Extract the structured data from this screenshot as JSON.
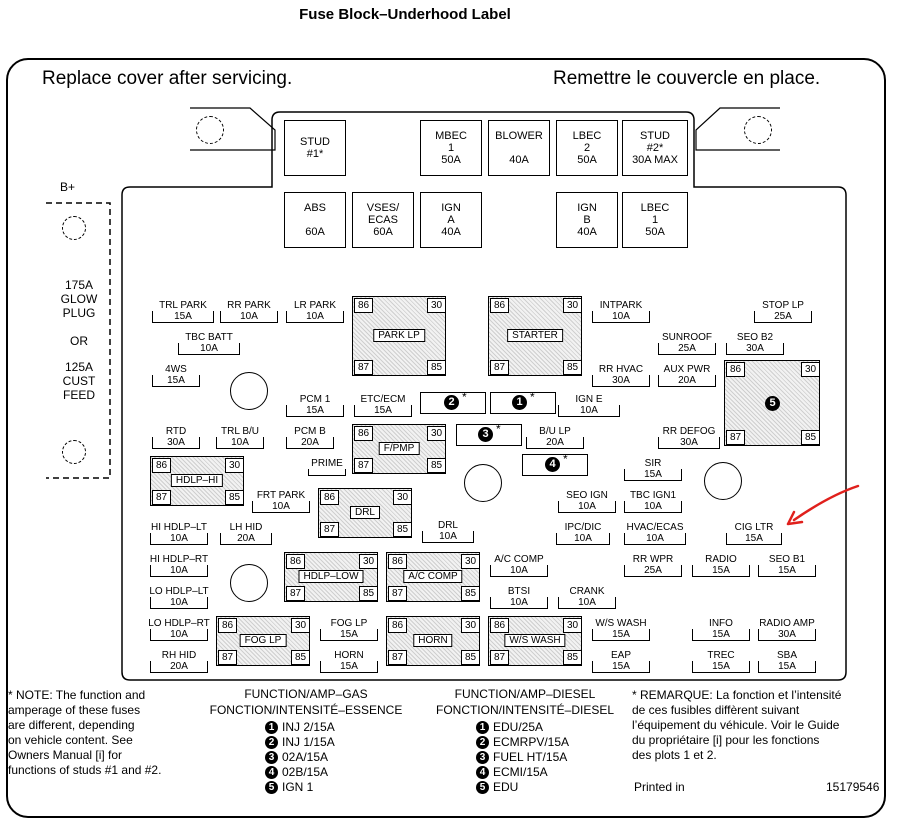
{
  "title": "Fuse Block–Underhood Label",
  "header": {
    "left": "Replace cover after servicing.",
    "right": "Remettre le couvercle en place."
  },
  "side": {
    "bplus": "B+",
    "glow": "175A\nGLOW\nPLUG",
    "or": "OR",
    "cust": "125A\nCUST\nFEED"
  },
  "top_fuses": [
    {
      "id": "stud1",
      "text": "STUD\n#1*"
    },
    {
      "id": "mbec1",
      "text": "MBEC\n1\n50A"
    },
    {
      "id": "blower",
      "text": "BLOWER\n\n40A"
    },
    {
      "id": "lbec2",
      "text": "LBEC\n2\n50A"
    },
    {
      "id": "stud2",
      "text": "STUD\n#2*\n30A MAX"
    },
    {
      "id": "abs",
      "text": "ABS\n\n60A"
    },
    {
      "id": "vses",
      "text": "VSES/\nECAS\n60A"
    },
    {
      "id": "igna",
      "text": "IGN\nA\n40A"
    },
    {
      "id": "ignb",
      "text": "IGN\nB\n40A"
    },
    {
      "id": "lbec1",
      "text": "LBEC\n1\n50A"
    }
  ],
  "mini_fuses": [
    {
      "id": "trl-park",
      "label": "TRL PARK",
      "amp": "15A"
    },
    {
      "id": "rr-park",
      "label": "RR PARK",
      "amp": "10A"
    },
    {
      "id": "lr-park",
      "label": "LR PARK",
      "amp": "10A"
    },
    {
      "id": "tbc-batt",
      "label": "TBC BATT",
      "amp": "10A"
    },
    {
      "id": "4ws",
      "label": "4WS",
      "amp": "15A"
    },
    {
      "id": "pcm1",
      "label": "PCM 1",
      "amp": "15A"
    },
    {
      "id": "etc-ecm",
      "label": "ETC/ECM",
      "amp": "15A"
    },
    {
      "id": "ign-e",
      "label": "IGN E",
      "amp": "10A"
    },
    {
      "id": "intpark",
      "label": "INTPARK",
      "amp": "10A"
    },
    {
      "id": "stop-lp",
      "label": "STOP LP",
      "amp": "25A"
    },
    {
      "id": "sunroof",
      "label": "SUNROOF",
      "amp": "25A"
    },
    {
      "id": "seo-b2",
      "label": "SEO B2",
      "amp": "30A"
    },
    {
      "id": "rr-hvac",
      "label": "RR HVAC",
      "amp": "30A"
    },
    {
      "id": "aux-pwr",
      "label": "AUX PWR",
      "amp": "20A"
    },
    {
      "id": "rtd",
      "label": "RTD",
      "amp": "30A"
    },
    {
      "id": "trl-bu",
      "label": "TRL B/U",
      "amp": "10A"
    },
    {
      "id": "pcm-b",
      "label": "PCM B",
      "amp": "20A"
    },
    {
      "id": "bu-lp",
      "label": "B/U LP",
      "amp": "20A"
    },
    {
      "id": "rr-defog",
      "label": "RR DEFOG",
      "amp": "30A"
    },
    {
      "id": "prime",
      "label": "PRIME",
      "amp": ""
    },
    {
      "id": "sir",
      "label": "SIR",
      "amp": "15A"
    },
    {
      "id": "frt-park",
      "label": "FRT PARK",
      "amp": "10A"
    },
    {
      "id": "seo-ign",
      "label": "SEO IGN",
      "amp": "10A"
    },
    {
      "id": "tbc-ign1",
      "label": "TBC IGN1",
      "amp": "10A"
    },
    {
      "id": "hi-hdlp-lt",
      "label": "HI HDLP–LT",
      "amp": "10A"
    },
    {
      "id": "lh-hid",
      "label": "LH HID",
      "amp": "20A"
    },
    {
      "id": "drl-f",
      "label": "DRL",
      "amp": "10A"
    },
    {
      "id": "ipc-dic",
      "label": "IPC/DIC",
      "amp": "10A"
    },
    {
      "id": "hvac-ecas",
      "label": "HVAC/ECAS",
      "amp": "10A"
    },
    {
      "id": "cig-ltr",
      "label": "CIG LTR",
      "amp": "15A"
    },
    {
      "id": "hi-hdlp-rt",
      "label": "HI HDLP–RT",
      "amp": "10A"
    },
    {
      "id": "ac-comp-f",
      "label": "A/C COMP",
      "amp": "10A"
    },
    {
      "id": "rr-wpr",
      "label": "RR WPR",
      "amp": "25A"
    },
    {
      "id": "radio",
      "label": "RADIO",
      "amp": "15A"
    },
    {
      "id": "seo-b1",
      "label": "SEO B1",
      "amp": "15A"
    },
    {
      "id": "lo-hdlp-lt",
      "label": "LO HDLP–LT",
      "amp": "10A"
    },
    {
      "id": "btsi",
      "label": "BTSI",
      "amp": "10A"
    },
    {
      "id": "crank",
      "label": "CRANK",
      "amp": "10A"
    },
    {
      "id": "lo-hdlp-rt",
      "label": "LO HDLP–RT",
      "amp": "10A"
    },
    {
      "id": "fog-lp-f",
      "label": "FOG LP",
      "amp": "15A"
    },
    {
      "id": "ws-wash-f",
      "label": "W/S WASH",
      "amp": "15A"
    },
    {
      "id": "info",
      "label": "INFO",
      "amp": "15A"
    },
    {
      "id": "radio-amp",
      "label": "RADIO AMP",
      "amp": "30A"
    },
    {
      "id": "rh-hid",
      "label": "RH HID",
      "amp": "20A"
    },
    {
      "id": "horn-f",
      "label": "HORN",
      "amp": "15A"
    },
    {
      "id": "eap",
      "label": "EAP",
      "amp": "15A"
    },
    {
      "id": "trec",
      "label": "TREC",
      "amp": "15A"
    },
    {
      "id": "sba",
      "label": "SBA",
      "amp": "15A"
    }
  ],
  "relays": [
    {
      "id": "park-lp",
      "label": "PARK LP"
    },
    {
      "id": "starter",
      "label": "STARTER"
    },
    {
      "id": "f-pmp",
      "label": "F/PMP"
    },
    {
      "id": "hdlp-hi",
      "label": "HDLP–HI"
    },
    {
      "id": "drl",
      "label": "DRL"
    },
    {
      "id": "hdlp-low",
      "label": "HDLP–LOW"
    },
    {
      "id": "ac-comp",
      "label": "A/C COMP"
    },
    {
      "id": "fog-lp",
      "label": "FOG LP"
    },
    {
      "id": "horn",
      "label": "HORN"
    },
    {
      "id": "ws-wash",
      "label": "W/S WASH"
    },
    {
      "id": "relay5",
      "label": ""
    }
  ],
  "pins": {
    "p86": "86",
    "p30": "30",
    "p87": "87",
    "p85": "85"
  },
  "markers": {
    "n1": "1",
    "n2": "2",
    "n3": "3",
    "n4": "4",
    "n5": "5",
    "star": "*"
  },
  "notes": {
    "left": "* NOTE:  The function and\n   amperage of these fuses\n   are different, depending\n   on vehicle content.  See\n   Owners Manual [i]  for\n   functions of studs #1 and #2.",
    "right": "* REMARQUE:  La fonction et l’intensité\n   de ces fusibles diffèrent suivant\n   l’équipement du véhicule. Voir le Guide\n   du propriétaire [i] pour les fonctions\n   des plots 1 et 2.",
    "printed": "Printed in",
    "partno": "15179546"
  },
  "gas": {
    "title1": "FUNCTION/AMP–GAS",
    "title2": "FONCTION/INTENSITÉ–ESSENCE",
    "items": [
      "INJ 2/15A",
      "INJ 1/15A",
      "02A/15A",
      "02B/15A",
      "IGN 1"
    ]
  },
  "diesel": {
    "title1": "FUNCTION/AMP–DIESEL",
    "title2": "FONCTION/INTENSITÉ–DIESEL",
    "items": [
      "EDU/25A",
      "ECMRPV/15A",
      "FUEL HT/15A",
      "ECMI/15A",
      "EDU"
    ]
  },
  "annotation": {
    "color": "#e0201c",
    "target": "CIG LTR"
  }
}
